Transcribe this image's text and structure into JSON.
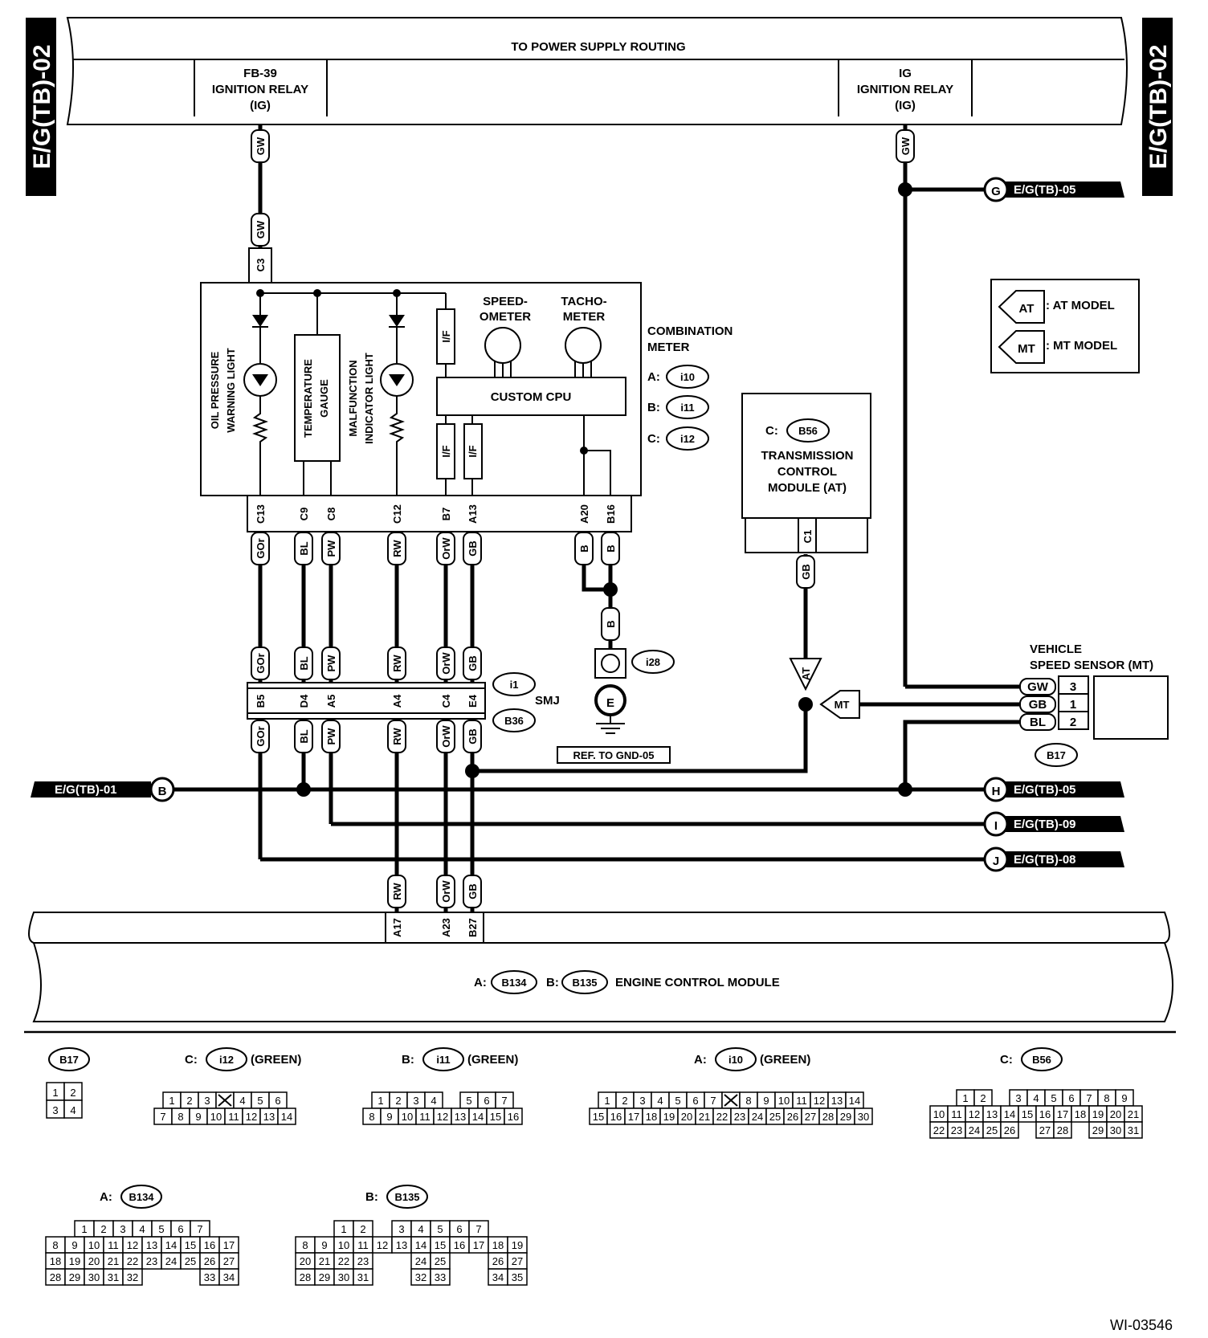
{
  "side_labels": {
    "left": "E/G(TB)-02",
    "right": "E/G(TB)-02"
  },
  "power_bus": {
    "title": "TO POWER SUPPLY ROUTING",
    "relay_left": [
      "FB-39",
      "IGNITION RELAY",
      "(IG)"
    ],
    "relay_right": [
      "IG",
      "IGNITION RELAY",
      "(IG)"
    ]
  },
  "legend": {
    "at_tag": "AT",
    "at_text": ": AT MODEL",
    "mt_tag": "MT",
    "mt_text": ": MT MODEL"
  },
  "meter": {
    "title": [
      "COMBINATION",
      "METER"
    ],
    "conn_a": "A:",
    "conn_a_id": "i10",
    "conn_b": "B:",
    "conn_b_id": "i11",
    "conn_c": "C:",
    "conn_c_id": "i12",
    "oil": [
      "OIL PRESSURE",
      "WARNING LIGHT"
    ],
    "temp": [
      "TEMPERATURE",
      "GAUGE"
    ],
    "mil": [
      "MALFUNCTION",
      "INDICATOR LIGHT"
    ],
    "speedo": [
      "SPEED-",
      "OMETER"
    ],
    "tacho": [
      "TACHO-",
      "METER"
    ],
    "cpu": "CUSTOM CPU",
    "if_label": "I/F",
    "pins": [
      "C13",
      "C9",
      "C8",
      "C12",
      "B7",
      "A13",
      "A20",
      "B16"
    ],
    "c3": "C3"
  },
  "wire_colors": {
    "gw": "GW",
    "gor": "GOr",
    "bl": "BL",
    "pw": "PW",
    "rw": "RW",
    "orw": "OrW",
    "gb": "GB",
    "b": "B"
  },
  "smj": {
    "label": "SMJ",
    "id1": "i1",
    "id2": "B36",
    "pins": [
      "B5",
      "D4",
      "A5",
      "A4",
      "C4",
      "E4"
    ]
  },
  "ground": {
    "id": "i28",
    "symbol": "E",
    "ref": "REF. TO GND-05"
  },
  "tcm": {
    "conn": "C:",
    "conn_id": "B56",
    "name": [
      "TRANSMISSION",
      "CONTROL",
      "MODULE (AT)"
    ],
    "pin": "C1"
  },
  "vss": {
    "name": [
      "VEHICLE",
      "SPEED SENSOR (MT)"
    ],
    "id": "B17",
    "rows": [
      {
        "wire": "GW",
        "pin": "3"
      },
      {
        "wire": "GB",
        "pin": "1"
      },
      {
        "wire": "BL",
        "pin": "2"
      }
    ]
  },
  "tags": {
    "at": "AT",
    "mt": "MT"
  },
  "connectors_out": [
    {
      "letter": "G",
      "text": "E/G(TB)-05"
    },
    {
      "letter": "B",
      "text": "E/G(TB)-01"
    },
    {
      "letter": "H",
      "text": "E/G(TB)-05"
    },
    {
      "letter": "I",
      "text": "E/G(TB)-09"
    },
    {
      "letter": "J",
      "text": "E/G(TB)-08"
    }
  ],
  "ecm": {
    "a": "A:",
    "a_id": "B134",
    "b": "B:",
    "b_id": "B135",
    "name": "ENGINE CONTROL MODULE",
    "pins": [
      "A17",
      "A23",
      "B27"
    ]
  },
  "pinouts": {
    "b17": {
      "id": "B17",
      "rows": [
        [
          "1",
          "2"
        ],
        [
          "3",
          "4"
        ]
      ]
    },
    "i12": {
      "prefix": "C:",
      "id": "i12",
      "suffix": "(GREEN)",
      "rows": [
        [
          "1",
          "2",
          "3",
          "X",
          "4",
          "5",
          "6"
        ],
        [
          "7",
          "8",
          "9",
          "10",
          "11",
          "12",
          "13",
          "14"
        ]
      ]
    },
    "i11": {
      "prefix": "B:",
      "id": "i11",
      "suffix": "(GREEN)",
      "rows": [
        [
          "1",
          "2",
          "3",
          "4",
          "",
          "5",
          "6",
          "7"
        ],
        [
          "8",
          "9",
          "10",
          "11",
          "12",
          "13",
          "14",
          "15",
          "16"
        ]
      ]
    },
    "i10": {
      "prefix": "A:",
      "id": "i10",
      "suffix": "(GREEN)",
      "rows": [
        [
          "1",
          "2",
          "3",
          "4",
          "5",
          "6",
          "7",
          "X",
          "8",
          "9",
          "10",
          "11",
          "12",
          "13",
          "14"
        ],
        [
          "15",
          "16",
          "17",
          "18",
          "19",
          "20",
          "21",
          "22",
          "23",
          "24",
          "25",
          "26",
          "27",
          "28",
          "29",
          "30"
        ]
      ]
    },
    "b56": {
      "prefix": "C:",
      "id": "B56",
      "rows": [
        [
          "",
          "1",
          "2",
          "",
          "3",
          "4",
          "5",
          "6",
          "7",
          "8",
          "9"
        ],
        [
          "10",
          "11",
          "12",
          "13",
          "14",
          "15",
          "16",
          "17",
          "18",
          "19",
          "20",
          "21"
        ],
        [
          "22",
          "23",
          "24",
          "25",
          "26",
          "",
          "27",
          "28",
          "",
          "29",
          "30",
          "31"
        ]
      ]
    },
    "b134": {
      "prefix": "A:",
      "id": "B134",
      "rows": [
        [
          "1",
          "2",
          "3",
          "4",
          "5",
          "6",
          "7"
        ],
        [
          "8",
          "9",
          "10",
          "11",
          "12",
          "13",
          "14",
          "15",
          "16",
          "17"
        ],
        [
          "18",
          "19",
          "20",
          "21",
          "22",
          "23",
          "24",
          "25",
          "26",
          "27"
        ],
        [
          "28",
          "29",
          "30",
          "31",
          "32",
          "",
          "",
          "",
          "33",
          "34"
        ]
      ]
    },
    "b135": {
      "prefix": "B:",
      "id": "B135",
      "rows": [
        [
          "1",
          "2",
          "",
          "3",
          "4",
          "5",
          "6",
          "7"
        ],
        [
          "8",
          "9",
          "10",
          "11",
          "12",
          "13",
          "14",
          "15",
          "16",
          "17",
          "18",
          "19"
        ],
        [
          "20",
          "21",
          "22",
          "23",
          "",
          "",
          "24",
          "25",
          "",
          "",
          "26",
          "27"
        ],
        [
          "28",
          "29",
          "30",
          "31",
          "",
          "",
          "32",
          "33",
          "",
          "",
          "34",
          "35"
        ]
      ]
    }
  },
  "figure_id": "WI-03546"
}
